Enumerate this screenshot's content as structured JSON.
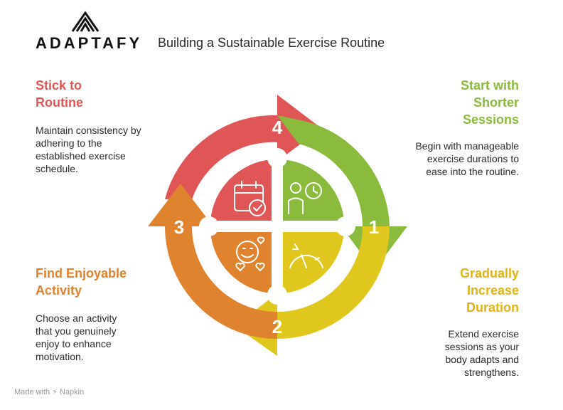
{
  "brand": {
    "name": "ADAPTAFY"
  },
  "title": "Building a Sustainable Exercise Routine",
  "steps": [
    {
      "number": "1",
      "title_lines": [
        "Start with",
        "Shorter",
        "Sessions"
      ],
      "description": "Begin with manageable exercise durations to ease into the routine.",
      "color": "#8bbb3c",
      "icon": "person-clock-icon"
    },
    {
      "number": "2",
      "title_lines": [
        "Gradually",
        "Increase",
        "Duration"
      ],
      "description": "Extend exercise sessions as your body adapts and strengthens.",
      "color": "#e0c71d",
      "icon": "speedometer-icon"
    },
    {
      "number": "3",
      "title_lines": [
        "Find Enjoyable",
        "Activity"
      ],
      "description": "Choose an activity that you genuinely enjoy to enhance motivation.",
      "color": "#e0832e",
      "icon": "smiley-hearts-icon"
    },
    {
      "number": "4",
      "title_lines": [
        "Stick to",
        "Routine"
      ],
      "description": "Maintain consistency by adhering to the established exercise schedule.",
      "color": "#e05656",
      "icon": "calendar-check-icon"
    }
  ],
  "footer": {
    "made_with": "Made with",
    "tool": "Napkin"
  }
}
